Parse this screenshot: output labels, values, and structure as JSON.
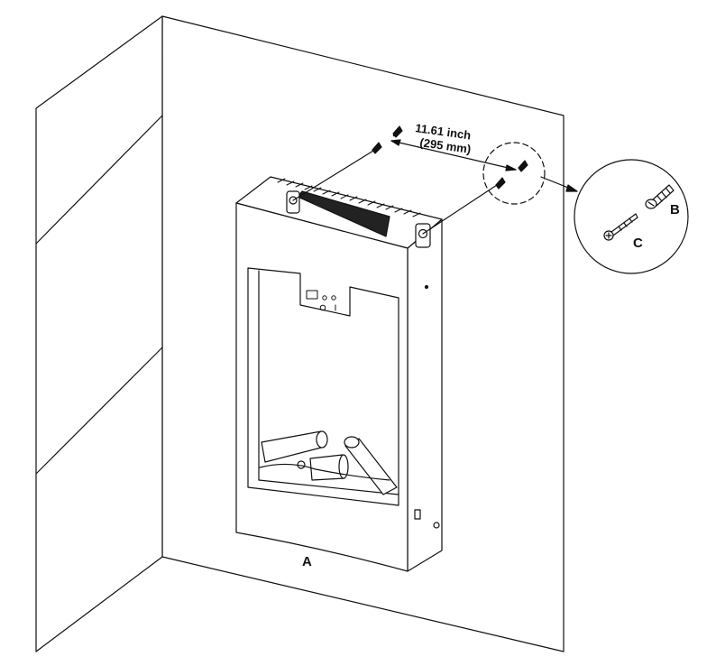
{
  "dimension": {
    "imperial": "11.61 inch",
    "metric": "(295 mm)"
  },
  "labels": {
    "fireplace": "A",
    "anchor": "B",
    "screw": "C"
  }
}
